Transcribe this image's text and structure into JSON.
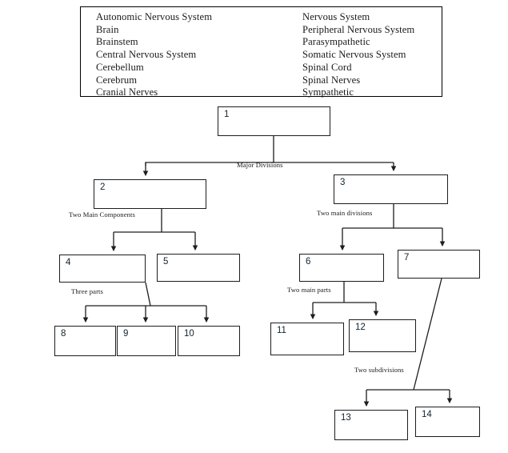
{
  "word_bank": {
    "left_column": [
      "Autonomic Nervous System",
      "Brain",
      "Brainstem",
      "Central Nervous System",
      "Cerebellum",
      "Cerebrum",
      "Cranial Nerves"
    ],
    "right_column": [
      "Nervous System",
      "Peripheral Nervous System",
      "Parasympathetic",
      "Somatic Nervous System",
      "Spinal Cord",
      "Spinal Nerves",
      "Sympathetic"
    ]
  },
  "diagram": {
    "type": "hierarchy-flowchart",
    "nodes": [
      {
        "id": "1",
        "label": "1",
        "answer": ""
      },
      {
        "id": "2",
        "label": "2",
        "answer": ""
      },
      {
        "id": "3",
        "label": "3",
        "answer": ""
      },
      {
        "id": "4",
        "label": "4",
        "answer": ""
      },
      {
        "id": "5",
        "label": "5",
        "answer": ""
      },
      {
        "id": "6",
        "label": "6",
        "answer": ""
      },
      {
        "id": "7",
        "label": "7",
        "answer": ""
      },
      {
        "id": "8",
        "label": "8",
        "answer": ""
      },
      {
        "id": "9",
        "label": "9",
        "answer": ""
      },
      {
        "id": "10",
        "label": "10",
        "answer": ""
      },
      {
        "id": "11",
        "label": "11",
        "answer": ""
      },
      {
        "id": "12",
        "label": "12",
        "answer": ""
      },
      {
        "id": "13",
        "label": "13",
        "answer": ""
      },
      {
        "id": "14",
        "label": "14",
        "answer": ""
      }
    ],
    "edge_labels": [
      {
        "id": "major-divisions",
        "text": "Major Divisions"
      },
      {
        "id": "two-main-components",
        "text": "Two Main Components"
      },
      {
        "id": "two-main-divisions",
        "text": "Two main divisions"
      },
      {
        "id": "three-parts",
        "text": "Three parts"
      },
      {
        "id": "two-main-parts",
        "text": "Two main parts"
      },
      {
        "id": "two-subdivisions",
        "text": "Two subdivisions"
      }
    ]
  },
  "colors": {
    "border": "#1d1d1d",
    "text": "#1a1a1a",
    "number": "#12232e",
    "background": "#ffffff"
  }
}
